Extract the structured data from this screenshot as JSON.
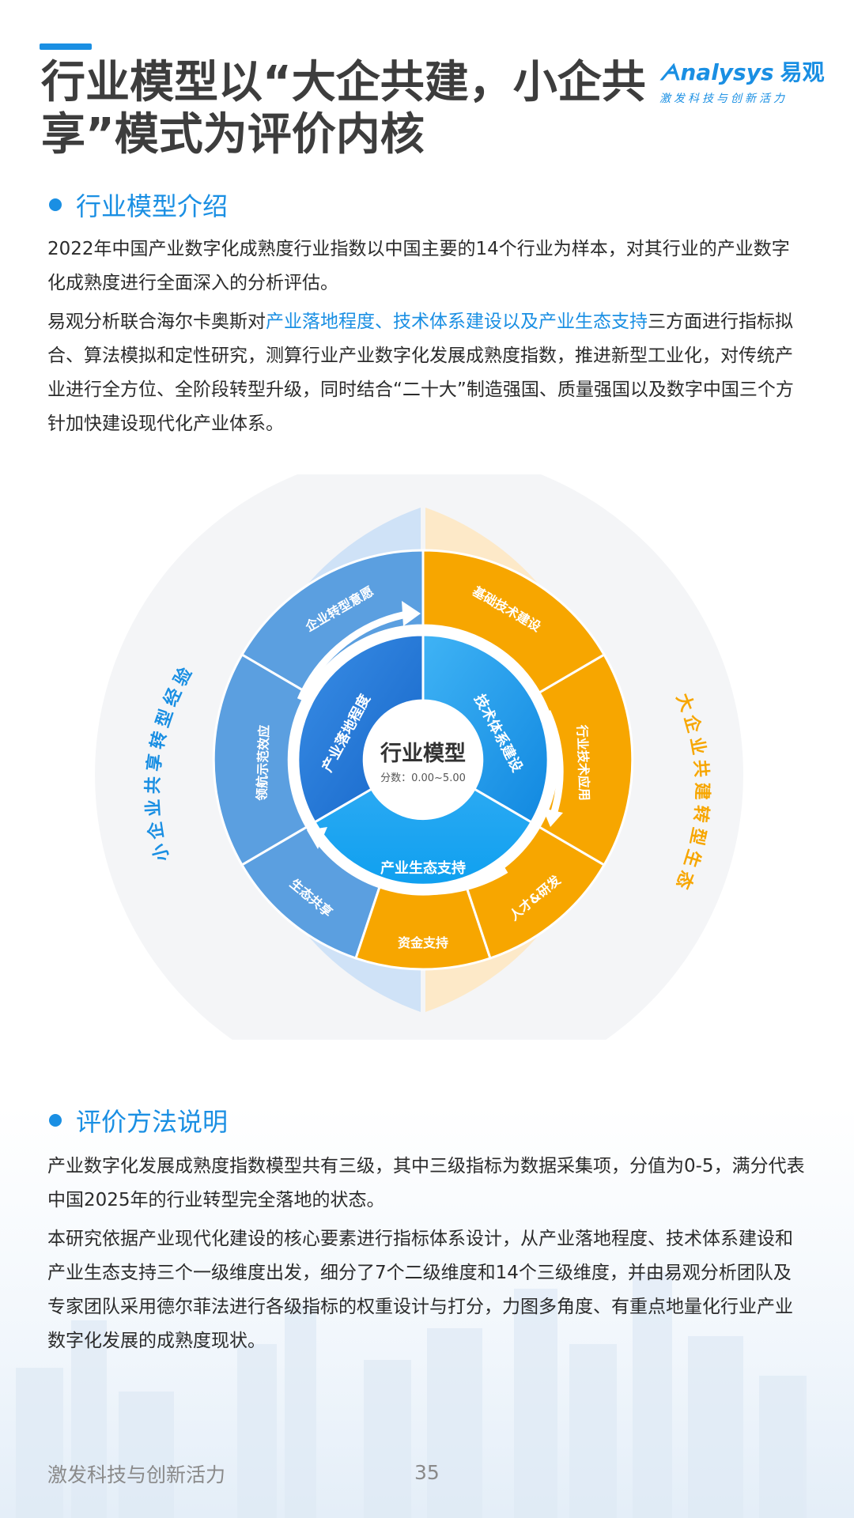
{
  "header": {
    "title": "行业模型以“大企共建，小企共享”模式为评价内核",
    "logo_text": "nalysys",
    "logo_cn": "易观",
    "logo_tagline": "激发科技与创新活力"
  },
  "section1": {
    "heading": "行业模型介绍",
    "p1": "2022年中国产业数字化成熟度行业指数以中国主要的14个行业为样本，对其行业的产业数字化成熟度进行全面深入的分析评估。",
    "p2_before": "易观分析联合海尔卡奥斯对",
    "p2_highlight": "产业落地程度、技术体系建设以及产业生态支持",
    "p2_after": "三方面进行指标拟合、算法模拟和定性研究，测算行业产业数字化发展成熟度指数，推进新型工业化，对传统产业进行全方位、全阶段转型升级，同时结合“二十大”制造强国、质量强国以及数字中国三个方针加快建设现代化产业体系。"
  },
  "diagram": {
    "center_title": "行业模型",
    "center_score": "分数：0.00~5.00",
    "left_arc_label": "小企业共享转型经验",
    "right_arc_label": "大企业共建转型生态",
    "inner": {
      "left": "产业落地程度",
      "right": "技术体系建设",
      "bottom": "产业生态支持"
    },
    "outer": {
      "top_left": "企业转型意愿",
      "left": "领航示范效应",
      "bottom_left": "生态共享",
      "top_right": "基础技术建设",
      "right": "行业技术应用",
      "bottom_right": "人才&研发",
      "bottom": "资金支持"
    },
    "colors": {
      "blue": "#1a8fe3",
      "orange": "#f7a600",
      "outer_blue": "#5b9fe0",
      "left_bg": "#cfe2f7",
      "right_bg": "#fde9c8"
    }
  },
  "section2": {
    "heading": "评价方法说明",
    "p1": "产业数字化发展成熟度指数模型共有三级，其中三级指标为数据采集项，分值为0-5，满分代表中国2025年的行业转型完全落地的状态。",
    "p2": "本研究依据产业现代化建设的核心要素进行指标体系设计，从产业落地程度、技术体系建设和产业生态支持三个一级维度出发，细分了7个二级维度和14个三级维度，并由易观分析团队及专家团队采用德尔菲法进行各级指标的权重设计与打分，力图多角度、有重点地量化行业产业数字化发展的成熟度现状。"
  },
  "footer": {
    "tagline": "激发科技与创新活力",
    "page_number": "35"
  }
}
